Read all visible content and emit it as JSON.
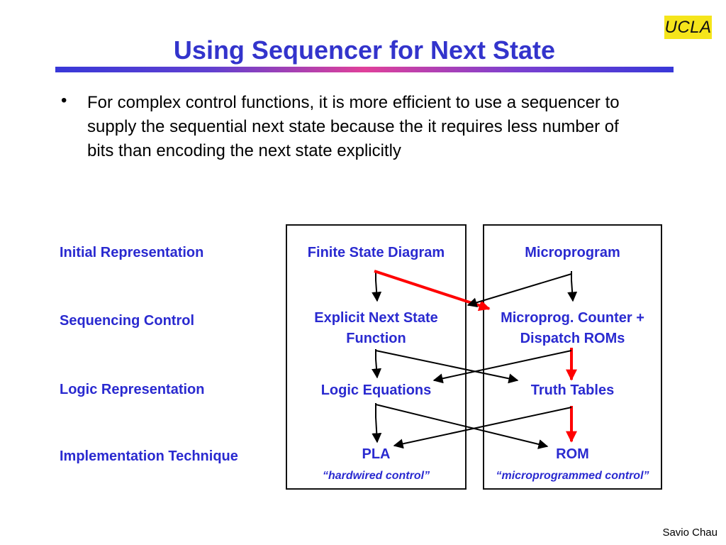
{
  "logo": {
    "text": "UCLA"
  },
  "title": "Using Sequencer for Next State",
  "bullet": {
    "marker": "•",
    "text": "For complex control functions, it is more efficient to use a sequencer to supply the sequential next state because the it requires less number of bits than encoding the next state explicitly"
  },
  "rows": [
    {
      "label": "Initial Representation",
      "left": "Finite State Diagram",
      "right": "Microprogram"
    },
    {
      "label": "Sequencing Control",
      "left": "Explicit Next State Function",
      "right": "Microprog. Counter + Dispatch ROMs"
    },
    {
      "label": "Logic Representation",
      "left": "Logic Equations",
      "right": "Truth Tables"
    },
    {
      "label": "Implementation Technique",
      "left": "PLA",
      "right": "ROM"
    }
  ],
  "captions": {
    "left": "“hardwired control”",
    "right": "“microprogrammed control”"
  },
  "colors": {
    "heading": "#3334cc",
    "node_text": "#2a2ad0",
    "highlight_arrow": "#ff0000",
    "arrow": "#000000",
    "logo_bg": "#f5e51b"
  },
  "footer": "Savio Chau"
}
